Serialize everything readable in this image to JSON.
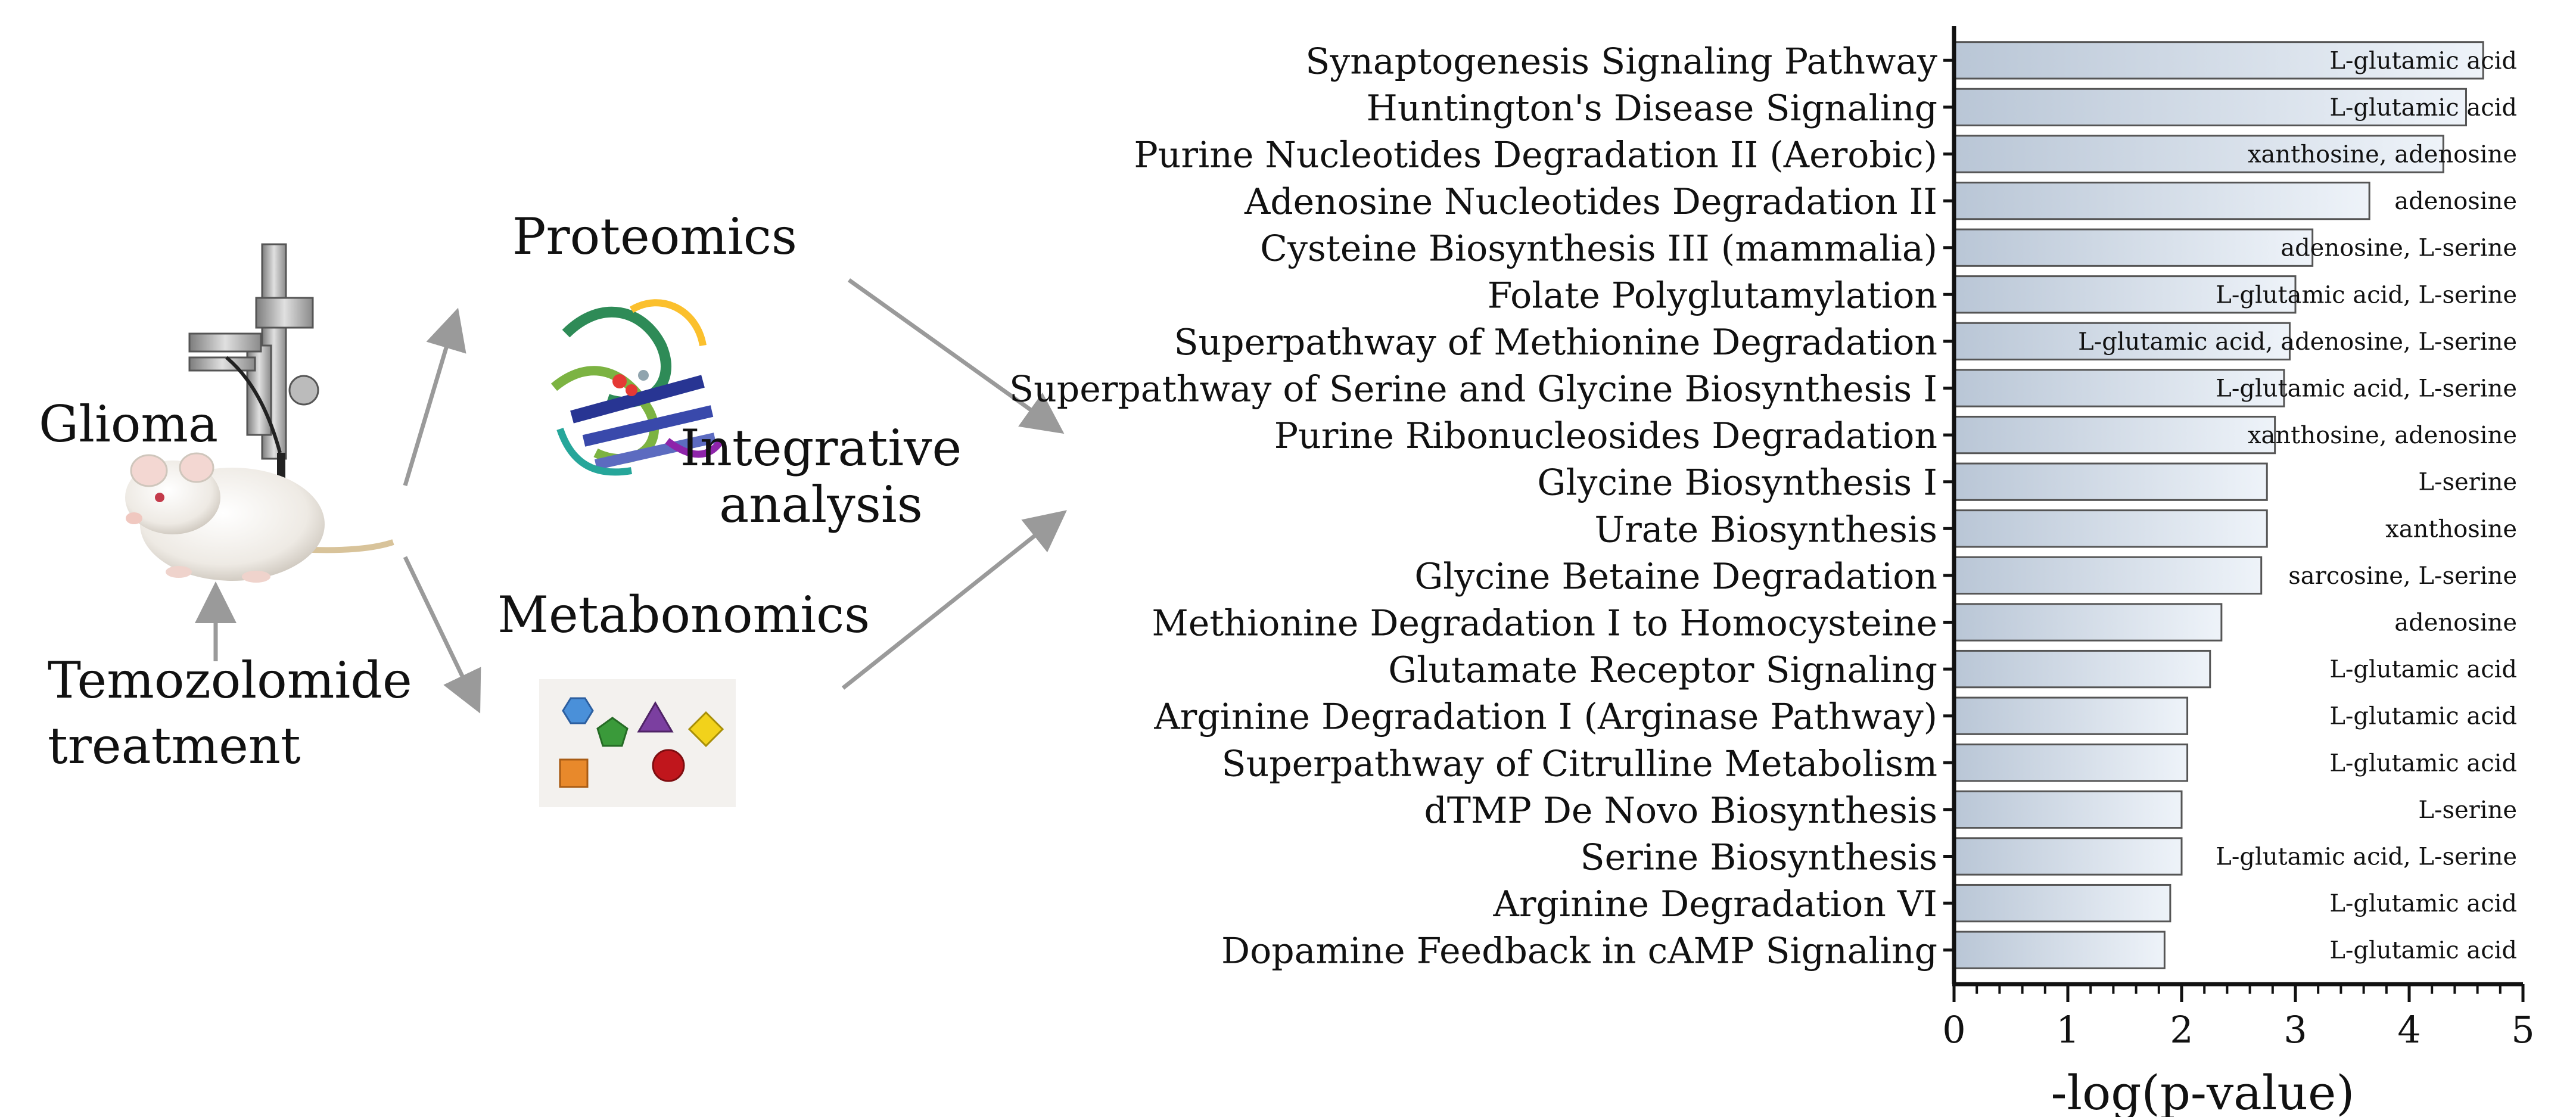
{
  "diagram": {
    "left_labels": {
      "glioma": "Glioma",
      "treatment_line1": "Temozolomide",
      "treatment_line2": "treatment",
      "proteomics": "Proteomics",
      "metabonomics": "Metabonomics",
      "integrative_line1": "Integrative",
      "integrative_line2": "analysis"
    },
    "icons": [
      "rat-icon",
      "stereotaxic-injector-icon",
      "protein-structure-icon",
      "metabolite-shapes-icon",
      "arrow-icon"
    ],
    "colors": {
      "arrow": "#9a9a9a",
      "hexagon": "#4a90d9",
      "pentagon": "#3a9a3a",
      "triangle": "#7b3fa0",
      "diamond": "#f2d21b",
      "square": "#e8892b",
      "circle": "#c0161c"
    }
  },
  "chart_data": {
    "type": "bar",
    "orientation": "horizontal",
    "xlabel": "-log(p-value)",
    "ylabel": "",
    "xlim": [
      0,
      5
    ],
    "xticks": [
      "0",
      "1",
      "2",
      "3",
      "4",
      "5"
    ],
    "bar_fill_gradient": [
      "#b9c6d6",
      "#eef3f9"
    ],
    "bar_stroke": "#555555",
    "categories": [
      "Synaptogenesis Signaling Pathway",
      "Huntington's Disease Signaling",
      "Purine Nucleotides Degradation II (Aerobic)",
      "Adenosine Nucleotides Degradation II",
      "Cysteine Biosynthesis III (mammalia)",
      "Folate Polyglutamylation",
      "Superpathway of Methionine Degradation",
      "Superpathway of Serine and Glycine Biosynthesis I",
      "Purine Ribonucleosides Degradation ",
      "Glycine Biosynthesis I",
      "Urate Biosynthesis",
      "Glycine Betaine Degradation",
      "Methionine Degradation I to Homocysteine",
      "Glutamate Receptor Signaling",
      "Arginine Degradation I (Arginase Pathway)",
      "Superpathway of Citrulline Metabolism",
      "dTMP De Novo Biosynthesis",
      "Serine Biosynthesis",
      "Arginine Degradation VI ",
      "Dopamine Feedback in cAMP Signaling"
    ],
    "values": [
      4.65,
      4.5,
      4.3,
      3.65,
      3.15,
      3.0,
      2.95,
      2.9,
      2.82,
      2.75,
      2.75,
      2.7,
      2.35,
      2.25,
      2.05,
      2.05,
      2.0,
      2.0,
      1.9,
      1.85
    ],
    "annotations": [
      "L-glutamic acid",
      "L-glutamic acid",
      "xanthosine, adenosine",
      "adenosine",
      "adenosine, L-serine",
      "L-glutamic acid, L-serine",
      "L-glutamic acid, adenosine, L-serine",
      "L-glutamic acid, L-serine",
      "xanthosine, adenosine",
      "L-serine",
      "xanthosine",
      "sarcosine, L-serine",
      "adenosine",
      "L-glutamic acid",
      "L-glutamic acid",
      "L-glutamic acid",
      "L-serine",
      "L-glutamic acid, L-serine",
      "L-glutamic acid",
      "L-glutamic acid"
    ]
  }
}
